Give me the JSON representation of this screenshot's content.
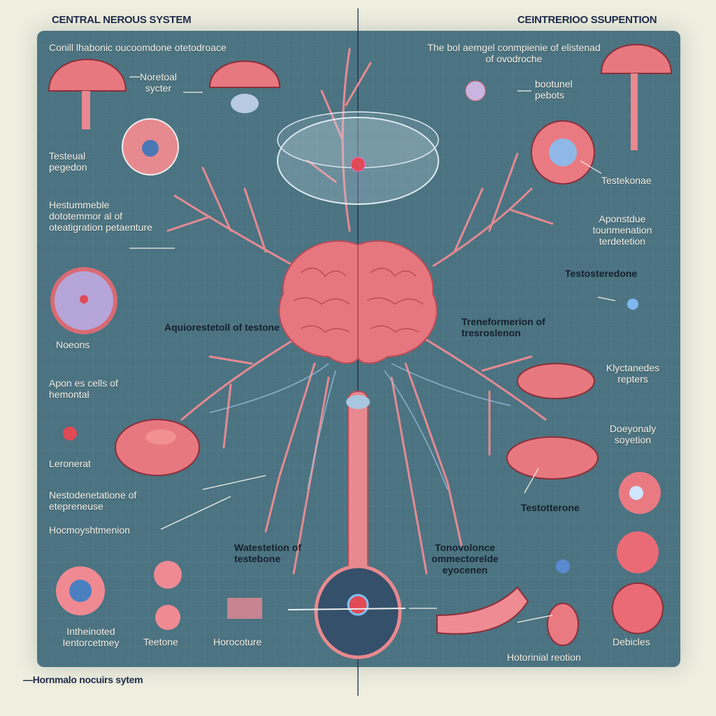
{
  "header": {
    "left_title": "CENTRAL NEROUS SYSTEM",
    "right_title": "CEINTRERIOO SSUPENTION"
  },
  "footer": {
    "caption": "—Hornmalo nocuirs sytem"
  },
  "labels": {
    "top_left": "Conill lhabonic oucoomdone otetodroace",
    "noretoal": "Noretoal",
    "sycter": "sycter",
    "testeual": "Testeual pegedon",
    "hestummeble": "Hestummeble dototemmor al of oteatigration petaenture",
    "noeons": "Noeons",
    "aquiorestetoll": "Aquiorestetoll of testone",
    "apon": "Apon es cells of  hemontal",
    "leronerat": "Leronerat",
    "nestodenetatione": "Nestodenetatione of etepreneuse",
    "hocmoy": "Hocmoyshtmenion",
    "watestetion": "Watestetion of testebone",
    "intheinoted": "Intheinoted Ientorcetmey",
    "teetone": "Teetone",
    "horocoture": "Horocoture",
    "tonovolonce": "Tonovolonce ommectorelde eyocenen",
    "hotorinial": "Hotorinial reotion",
    "debicles": "Debicles",
    "testotterone": "Testotterone",
    "doeyonaly": "Doeyonaly soyetion",
    "klyctanedes": "Klyctanedes repters",
    "treneformerion": "Treneformerion of tresroslenon",
    "testosteredone": "Testosteredone",
    "aponstdue": "Aponstdue tounmenation terdetetion",
    "testekonae": "Testekonae",
    "top_right": "The bol aemgel conmpienie of elistenad of ovodroche",
    "bootunel": "bootunel pebots"
  },
  "colors": {
    "panel": "#4b7381",
    "tissue": "#e8787f",
    "background": "#efeedf",
    "title": "#1d2a4a"
  }
}
